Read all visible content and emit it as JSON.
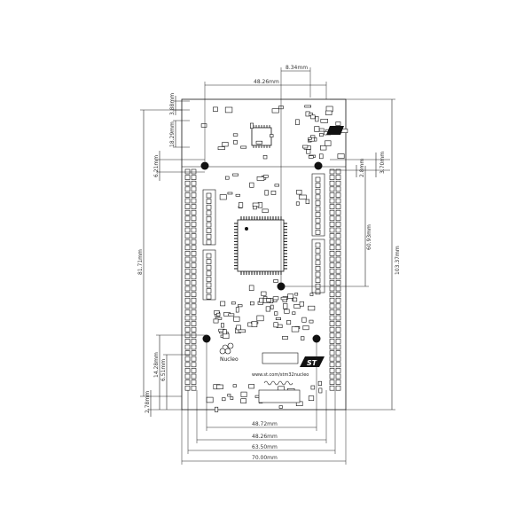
{
  "dimensions": {
    "board_top_width": "48.26mm",
    "usb_offset": "8.34mm",
    "top_hole_spacing": "3.88mm",
    "top_hole_depth": "18.29mm",
    "left_hole_offset": "6.21mm",
    "right_hole_offset_top": "3.70mm",
    "right_hole_offset_small": "2.8mm",
    "mcu_hole_span": "60.93mm",
    "morpho_length": "81.71mm",
    "total_length": "103.37mm",
    "bottom_hole_height": "14.28mm",
    "bottom_hole_small": "6.51mm",
    "bottom_edge_offset": "2.78mm",
    "bottom_width_1": "48.72mm",
    "bottom_width_2": "48.26mm",
    "bottom_width_3": "63.50mm",
    "bottom_width_4": "70.00mm"
  },
  "silkscreen": {
    "logo_text": "Nucleo",
    "url_text": "www.st.com/stm32nucleo",
    "st_logo": "ST"
  },
  "icons": [
    "st-logo-icon",
    "mounting-hole-icon",
    "mcu-chip-icon"
  ]
}
